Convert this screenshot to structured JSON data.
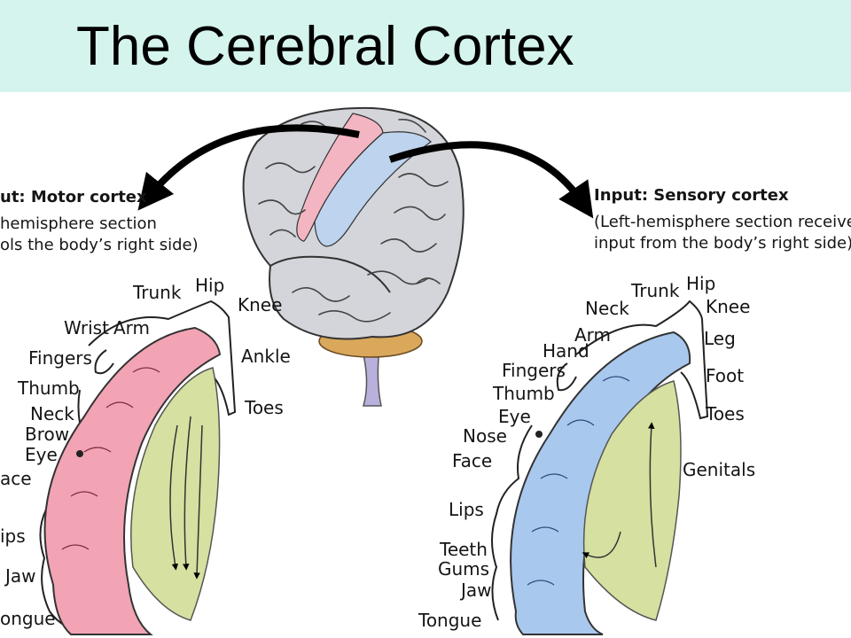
{
  "slide": {
    "title": "The Cerebral Cortex"
  },
  "motor": {
    "heading": "ut: Motor cortex",
    "desc_line1": "hemisphere section",
    "desc_line2": "ols the body’s right side)",
    "color": "#f2a4b4",
    "labels": {
      "trunk": "Trunk",
      "hip": "Hip",
      "knee": "Knee",
      "wrist": "Wrist",
      "arm": "Arm",
      "ankle": "Ankle",
      "fingers": "Fingers",
      "thumb": "Thumb",
      "toes": "Toes",
      "neck": "Neck",
      "brow": "Brow",
      "eye": "Eye",
      "face": "ace",
      "lips": "ips",
      "jaw": "Jaw",
      "tongue": "ongue"
    }
  },
  "sensory": {
    "heading": "Input: Sensory cortex",
    "desc_line1": "(Left-hemisphere section receives",
    "desc_line2": "input from the body’s right side)",
    "color": "#a9c8ee",
    "labels": {
      "trunk": "Trunk",
      "hip": "Hip",
      "neck": "Neck",
      "knee": "Knee",
      "arm": "Arm",
      "hand": "Hand",
      "leg": "Leg",
      "fingers": "Fingers",
      "foot": "Foot",
      "thumb": "Thumb",
      "eye": "Eye",
      "toes": "Toes",
      "nose": "Nose",
      "face": "Face",
      "genitals": "Genitals",
      "lips": "Lips",
      "teeth": "Teeth",
      "gums": "Gums",
      "jaw": "Jaw",
      "tongue": "Tongue"
    }
  }
}
